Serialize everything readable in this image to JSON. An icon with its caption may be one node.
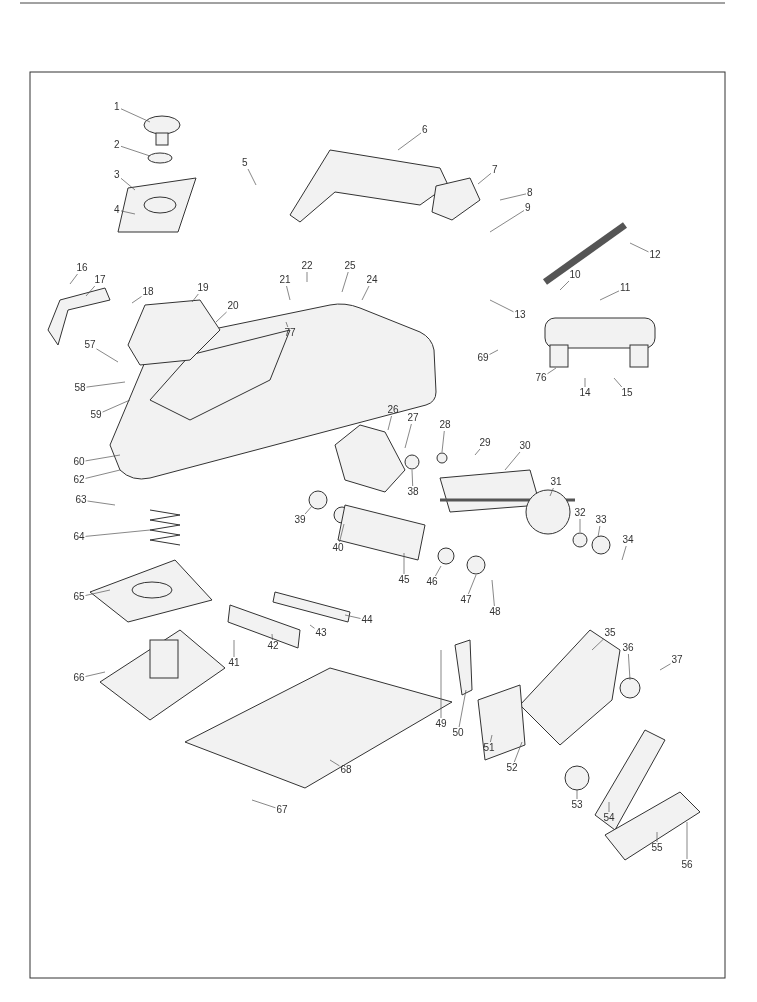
{
  "diagram": {
    "nodes": [
      {
        "text": [
          "1"
        ]
      },
      {
        "text": [
          "2"
        ]
      },
      {
        "text": [
          "3"
        ]
      },
      {
        "text": [
          "4"
        ]
      },
      {
        "text": [
          "5"
        ]
      },
      {
        "text": [
          "6"
        ]
      },
      {
        "text": [
          "7"
        ]
      },
      {
        "text": [
          "8"
        ]
      },
      {
        "text": [
          "9"
        ]
      },
      {
        "text": [
          "10"
        ]
      },
      {
        "text": [
          "11"
        ]
      },
      {
        "text": [
          "12"
        ]
      },
      {
        "text": [
          "13"
        ]
      },
      {
        "text": [
          "14"
        ]
      },
      {
        "text": [
          "15"
        ]
      },
      {
        "text": [
          "16"
        ]
      },
      {
        "text": [
          "17"
        ]
      },
      {
        "text": [
          "18"
        ]
      },
      {
        "text": [
          "19"
        ]
      },
      {
        "text": [
          "20"
        ]
      },
      {
        "text": [
          "21"
        ]
      },
      {
        "text": [
          "22"
        ]
      },
      {
        "text": [
          "24"
        ]
      },
      {
        "text": [
          "25"
        ]
      },
      {
        "text": [
          "26"
        ]
      },
      {
        "text": [
          "27"
        ]
      },
      {
        "text": [
          "28"
        ]
      },
      {
        "text": [
          "29"
        ]
      },
      {
        "text": [
          "30"
        ]
      },
      {
        "text": [
          "31"
        ]
      },
      {
        "text": [
          "32"
        ]
      },
      {
        "text": [
          "33"
        ]
      },
      {
        "text": [
          "34"
        ]
      },
      {
        "text": [
          "35"
        ]
      },
      {
        "text": [
          "36"
        ]
      },
      {
        "text": [
          "37"
        ]
      },
      {
        "text": [
          "38"
        ]
      },
      {
        "text": [
          "39"
        ]
      },
      {
        "text": [
          "40"
        ]
      },
      {
        "text": [
          "41"
        ]
      },
      {
        "text": [
          "42"
        ]
      },
      {
        "text": [
          "43"
        ]
      },
      {
        "text": [
          "44"
        ]
      },
      {
        "text": [
          "45"
        ]
      },
      {
        "text": [
          "46"
        ]
      },
      {
        "text": [
          "47"
        ]
      },
      {
        "text": [
          "48"
        ]
      },
      {
        "text": [
          "49"
        ]
      },
      {
        "text": [
          "50"
        ]
      },
      {
        "text": [
          "51"
        ]
      },
      {
        "text": [
          "52"
        ]
      },
      {
        "text": [
          "53"
        ]
      },
      {
        "text": [
          "54"
        ]
      },
      {
        "text": [
          "55"
        ]
      },
      {
        "text": [
          "56"
        ]
      },
      {
        "text": [
          "57"
        ]
      },
      {
        "text": [
          "58"
        ]
      },
      {
        "text": [
          "59"
        ]
      },
      {
        "text": [
          "60"
        ]
      },
      {
        "text": [
          "62"
        ]
      },
      {
        "text": [
          "63"
        ]
      },
      {
        "text": [
          "64"
        ]
      },
      {
        "text": [
          "65"
        ]
      },
      {
        "text": [
          "66"
        ]
      },
      {
        "text": [
          "67"
        ]
      },
      {
        "text": [
          "68"
        ]
      },
      {
        "text": [
          "69"
        ]
      },
      {
        "text": [
          "76"
        ]
      },
      {
        "text": [
          "77"
        ]
      }
    ],
    "edges": [
      {
        "from": 0,
        "to": null,
        "arrow": "none"
      },
      {
        "from": 1,
        "to": null,
        "arrow": "none"
      },
      {
        "from": 2,
        "to": null,
        "arrow": "none"
      },
      {
        "from": 3,
        "to": null,
        "arrow": "none"
      },
      {
        "from": 4,
        "to": null,
        "arrow": "none"
      },
      {
        "from": 5,
        "to": null,
        "arrow": "none"
      },
      {
        "from": 6,
        "to": null,
        "arrow": "none"
      },
      {
        "from": 7,
        "to": null,
        "arrow": "none"
      },
      {
        "from": 8,
        "to": null,
        "arrow": "none"
      },
      {
        "from": 9,
        "to": null,
        "arrow": "none"
      },
      {
        "from": 10,
        "to": null,
        "arrow": "none"
      },
      {
        "from": 11,
        "to": null,
        "arrow": "none"
      },
      {
        "from": 12,
        "to": null,
        "arrow": "none"
      },
      {
        "from": 13,
        "to": null,
        "arrow": "none"
      },
      {
        "from": 14,
        "to": null,
        "arrow": "none"
      },
      {
        "from": 15,
        "to": null,
        "arrow": "none"
      },
      {
        "from": 16,
        "to": null,
        "arrow": "none"
      },
      {
        "from": 17,
        "to": null,
        "arrow": "none"
      },
      {
        "from": 18,
        "to": null,
        "arrow": "none"
      },
      {
        "from": 19,
        "to": null,
        "arrow": "none"
      },
      {
        "from": 20,
        "to": null,
        "arrow": "none"
      },
      {
        "from": 21,
        "to": null,
        "arrow": "none"
      },
      {
        "from": 22,
        "to": null,
        "arrow": "none"
      },
      {
        "from": 23,
        "to": null,
        "arrow": "none"
      },
      {
        "from": 24,
        "to": null,
        "arrow": "none"
      },
      {
        "from": 25,
        "to": null,
        "arrow": "none"
      },
      {
        "from": 26,
        "to": null,
        "arrow": "none"
      },
      {
        "from": 27,
        "to": null,
        "arrow": "none"
      },
      {
        "from": 28,
        "to": null,
        "arrow": "none"
      },
      {
        "from": 29,
        "to": null,
        "arrow": "none"
      },
      {
        "from": 30,
        "to": null,
        "arrow": "none"
      },
      {
        "from": 31,
        "to": null,
        "arrow": "none"
      },
      {
        "from": 32,
        "to": null,
        "arrow": "none"
      },
      {
        "from": 33,
        "to": null,
        "arrow": "none"
      },
      {
        "from": 34,
        "to": null,
        "arrow": "none"
      },
      {
        "from": 35,
        "to": null,
        "arrow": "none"
      },
      {
        "from": 36,
        "to": null,
        "arrow": "none"
      },
      {
        "from": 37,
        "to": null,
        "arrow": "none"
      },
      {
        "from": 38,
        "to": null,
        "arrow": "none"
      },
      {
        "from": 39,
        "to": null,
        "arrow": "none"
      },
      {
        "from": 40,
        "to": null,
        "arrow": "none"
      },
      {
        "from": 41,
        "to": null,
        "arrow": "none"
      },
      {
        "from": 42,
        "to": null,
        "arrow": "none"
      },
      {
        "from": 43,
        "to": null,
        "arrow": "none"
      },
      {
        "from": 44,
        "to": null,
        "arrow": "none"
      },
      {
        "from": 45,
        "to": null,
        "arrow": "none"
      },
      {
        "from": 46,
        "to": null,
        "arrow": "none"
      },
      {
        "from": 47,
        "to": null,
        "arrow": "none"
      },
      {
        "from": 48,
        "to": null,
        "arrow": "none"
      },
      {
        "from": 49,
        "to": null,
        "arrow": "none"
      },
      {
        "from": 50,
        "to": null,
        "arrow": "none"
      },
      {
        "from": 51,
        "to": null,
        "arrow": "none"
      },
      {
        "from": 52,
        "to": null,
        "arrow": "none"
      },
      {
        "from": 53,
        "to": null,
        "arrow": "none"
      },
      {
        "from": 54,
        "to": null,
        "arrow": "none"
      },
      {
        "from": 55,
        "to": null,
        "arrow": "none"
      },
      {
        "from": 56,
        "to": null,
        "arrow": "none"
      },
      {
        "from": 57,
        "to": null,
        "arrow": "none"
      },
      {
        "from": 58,
        "to": null,
        "arrow": "none"
      },
      {
        "from": 59,
        "to": null,
        "arrow": "none"
      },
      {
        "from": 60,
        "to": null,
        "arrow": "none"
      },
      {
        "from": 61,
        "to": null,
        "arrow": "none"
      },
      {
        "from": 62,
        "to": null,
        "arrow": "none"
      },
      {
        "from": 63,
        "to": null,
        "arrow": "none"
      },
      {
        "from": 64,
        "to": null,
        "arrow": "none"
      },
      {
        "from": 65,
        "to": null,
        "arrow": "none"
      },
      {
        "from": 66,
        "to": null,
        "arrow": "none"
      },
      {
        "from": 67,
        "to": null,
        "arrow": "none"
      },
      {
        "from": 68,
        "to": null,
        "arrow": "none"
      }
    ]
  }
}
